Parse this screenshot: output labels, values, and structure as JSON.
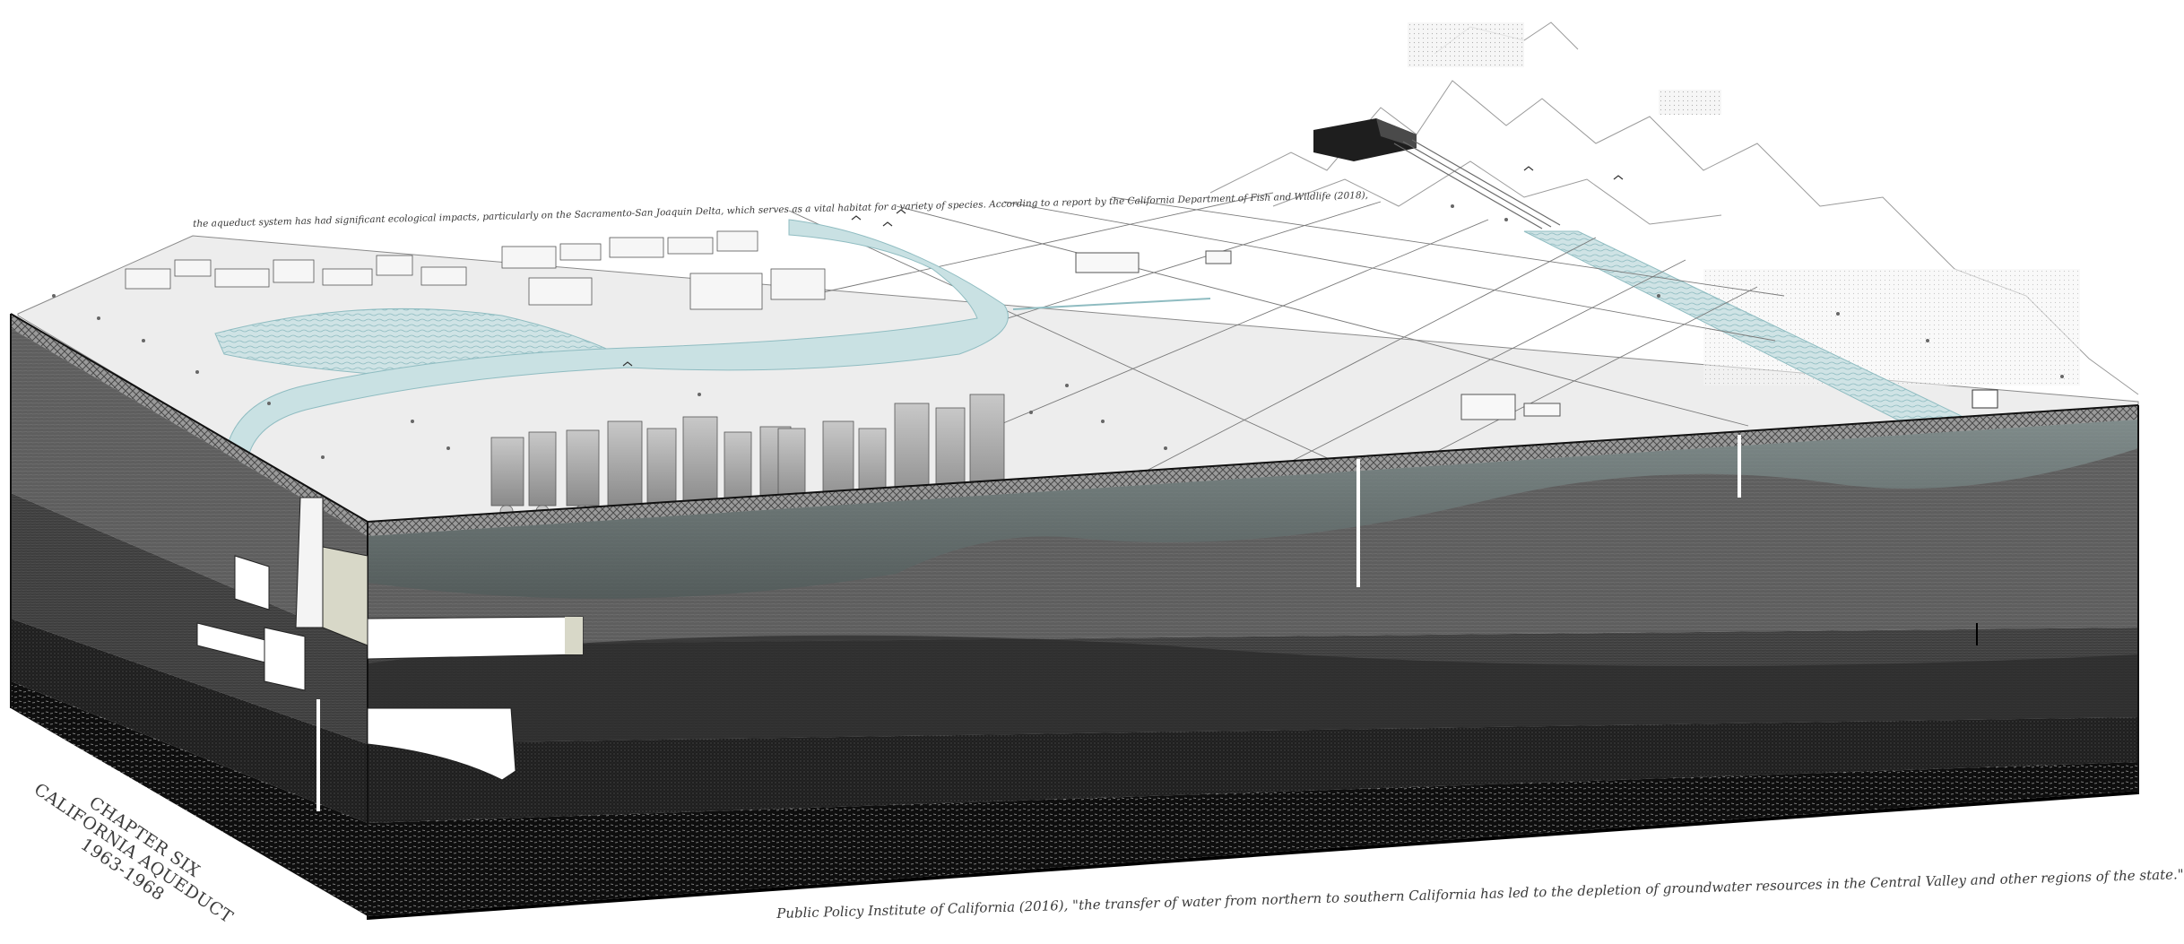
{
  "annotations": {
    "top_note": "the aqueduct system has had significant ecological impacts, particularly on the Sacramento-San Joaquin Delta, which serves as a vital habitat for a variety of species. According to a report by the California Department of Fish and Wildlife (2018),",
    "bottom_quote": "Public Policy Institute of California (2016), \"the transfer of water from northern to southern California has led to the depletion of groundwater resources in the Central Valley and other regions of the state.\""
  },
  "chapter": {
    "line1": "CHAPTER SIX",
    "line2": "CALIFORNIA AQUEDUCT",
    "line3": "1963-1968"
  },
  "colors": {
    "water": "#c9e1e3",
    "water_line": "#8fbcc1",
    "ground_top": "#eeeeee",
    "hatch_band": "#8a8a8a",
    "layer_1": "#6b6b6b",
    "layer_2": "#4a4a4a",
    "layer_3": "#2f2f2f",
    "layer_4": "#1c1c1c",
    "layer_5": "#0d0d0d",
    "aquifer": "#7a8c8b"
  }
}
